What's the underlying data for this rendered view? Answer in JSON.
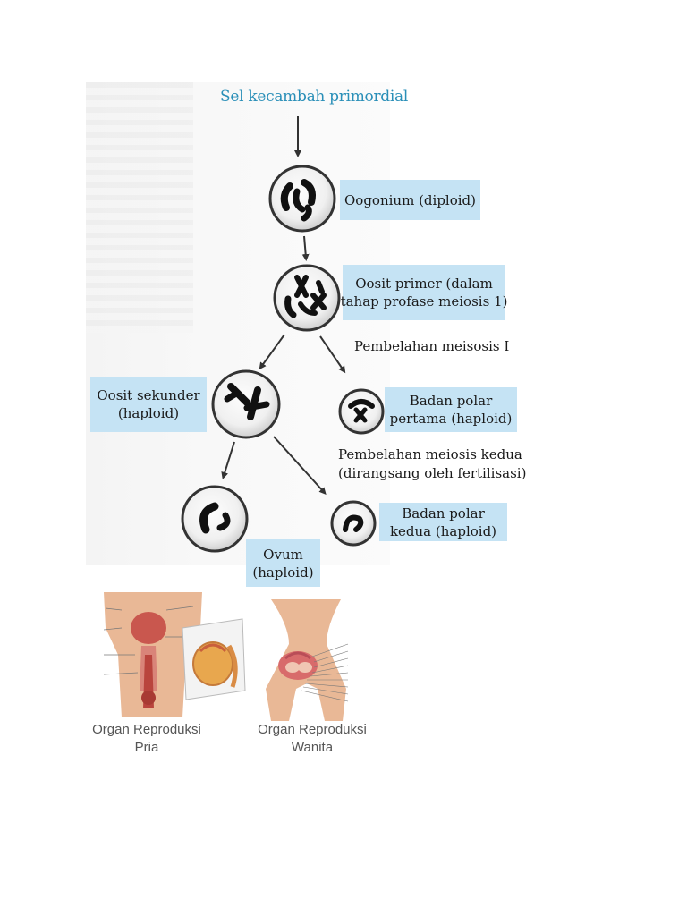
{
  "title": "Sel kecambah primordial",
  "oogonium": "Oogonium (diploid)",
  "oosit_primer": [
    "Oosit primer (dalam",
    "tahap profase meiosis 1)"
  ],
  "meiosis1": "Pembelahan meisosis I",
  "oosit_sekunder": [
    "Oosit sekunder",
    "(haploid)"
  ],
  "badan_polar_pertama": [
    "Badan polar",
    "pertama (haploid)"
  ],
  "meiosis2": [
    "Pembelahan meiosis kedua",
    "(dirangsang oleh fertilisasi)"
  ],
  "badan_polar_kedua": [
    "Badan polar",
    "kedua (haploid)"
  ],
  "ovum": [
    "Ovum",
    "(haploid)"
  ],
  "organ_pria": [
    "Organ Reproduksi",
    "Pria"
  ],
  "organ_wanita": [
    "Organ Reproduksi",
    "Wanita"
  ],
  "colors": {
    "title": "#2a8fb8",
    "label_box": "#c5e3f4",
    "skin": "#e9b896"
  }
}
